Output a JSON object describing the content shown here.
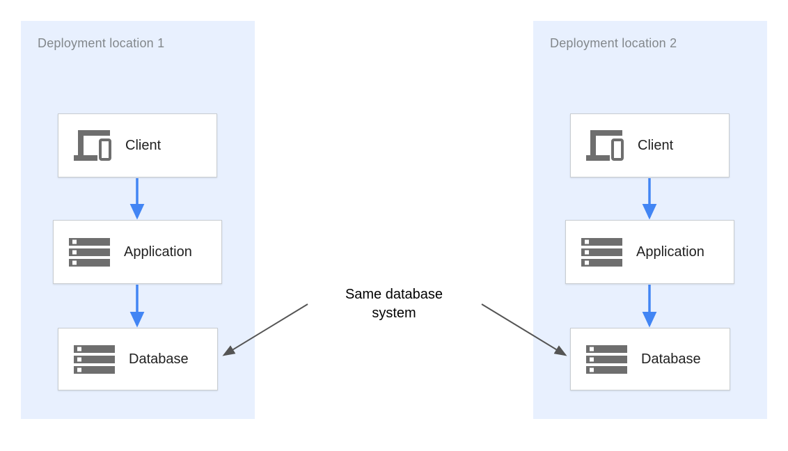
{
  "annotation": {
    "label": "Same database system",
    "targets": [
      "Database in Deployment location 1",
      "Database in Deployment location 2"
    ]
  },
  "locations": [
    {
      "title": "Deployment location 1",
      "nodes": [
        {
          "label": "Client",
          "icon": "client-devices-icon"
        },
        {
          "label": "Application",
          "icon": "server-stack-icon"
        },
        {
          "label": "Database",
          "icon": "server-stack-icon"
        }
      ],
      "flows": [
        {
          "from": "Client",
          "to": "Application"
        },
        {
          "from": "Application",
          "to": "Database"
        }
      ]
    },
    {
      "title": "Deployment location 2",
      "nodes": [
        {
          "label": "Client",
          "icon": "client-devices-icon"
        },
        {
          "label": "Application",
          "icon": "server-stack-icon"
        },
        {
          "label": "Database",
          "icon": "server-stack-icon"
        }
      ],
      "flows": [
        {
          "from": "Client",
          "to": "Application"
        },
        {
          "from": "Application",
          "to": "Database"
        }
      ]
    }
  ],
  "colors": {
    "page_background": "#ffffff",
    "panel_background": "#e8f0fe",
    "panel_title": "#82878b",
    "node_background": "#ffffff",
    "node_border": "#c8ccd0",
    "node_label": "#212121",
    "node_icon": "#6e6e6e",
    "flow_arrow": "#4285f4",
    "annotation_arrow": "#545454",
    "annotation_text": "#000000"
  }
}
